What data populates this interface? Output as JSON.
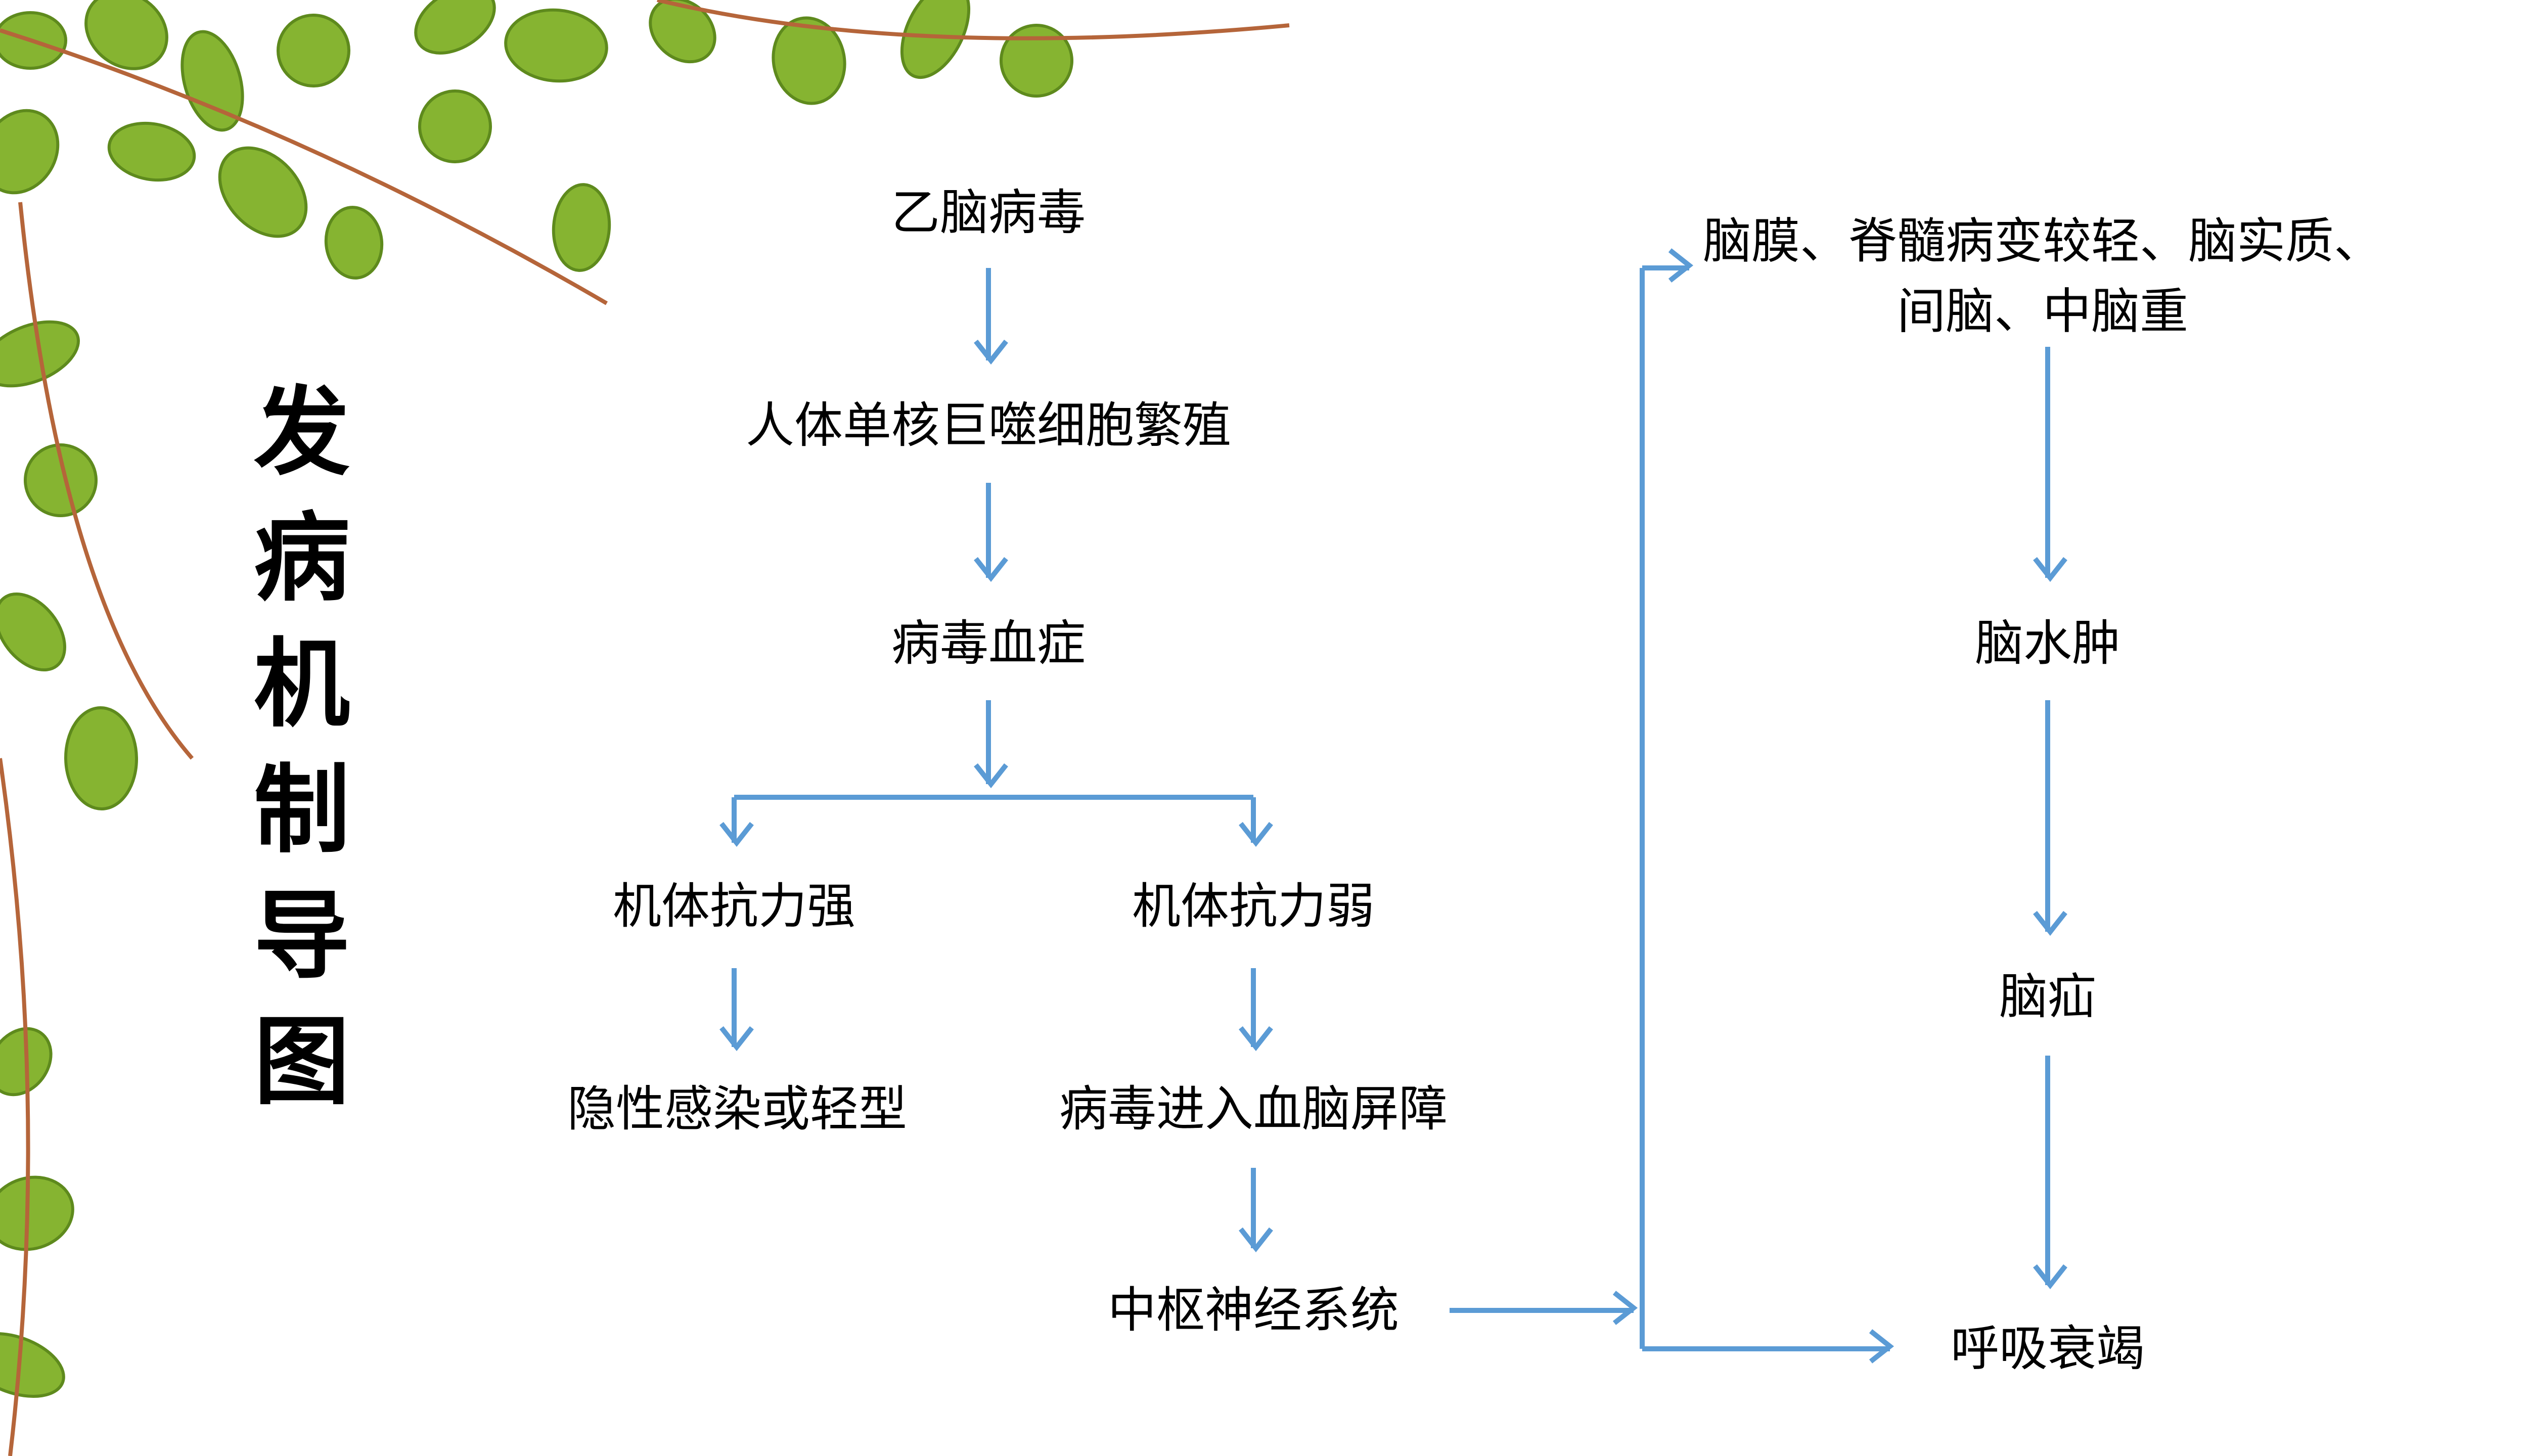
{
  "title_chars": [
    "发",
    "病",
    "机",
    "制",
    "导",
    "图"
  ],
  "nodes": {
    "virus": "乙脑病毒",
    "macrophage": "人体单核巨噬细胞繁殖",
    "viremia": "病毒血症",
    "strong": "机体抗力强",
    "weak": "机体抗力弱",
    "latent": "隐性感染或轻型",
    "bbb": "病毒进入血脑屏障",
    "cns": "中枢神经系统",
    "lesion_line1": "脑膜、脊髓病变较轻、脑实质、",
    "lesion_line2": "间脑、中脑重",
    "edema": "脑水肿",
    "hernia": "脑疝",
    "failure": "呼吸衰竭"
  },
  "colors": {
    "arrow": "#5b9bd5",
    "leaf": "#7fae2e",
    "stem": "#b5653a"
  }
}
